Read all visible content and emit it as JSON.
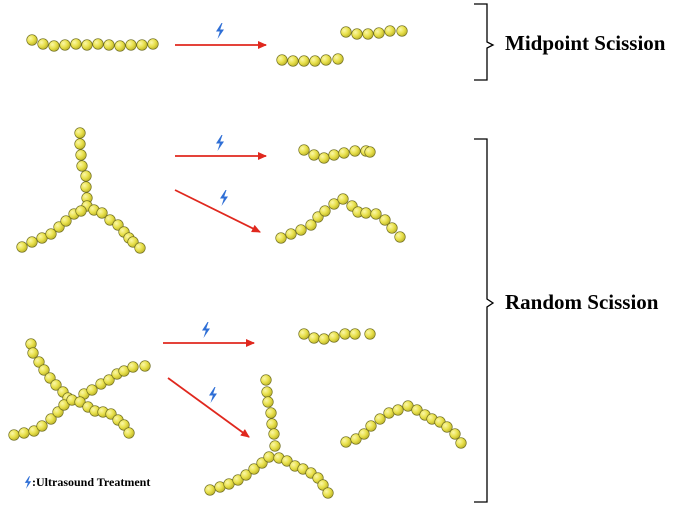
{
  "labels": {
    "midpoint": "Midpoint Scission",
    "random": "Random Scission",
    "legend": ":Ultrasound Treatment"
  },
  "colors": {
    "bead_fill": "#e8e04a",
    "bead_stroke": "#6b6a1e",
    "arrow": "#e0281e",
    "bolt": "#2f6fd6",
    "bracket": "#000000"
  },
  "icons": {
    "bolt": "ultrasound-bolt-icon"
  }
}
